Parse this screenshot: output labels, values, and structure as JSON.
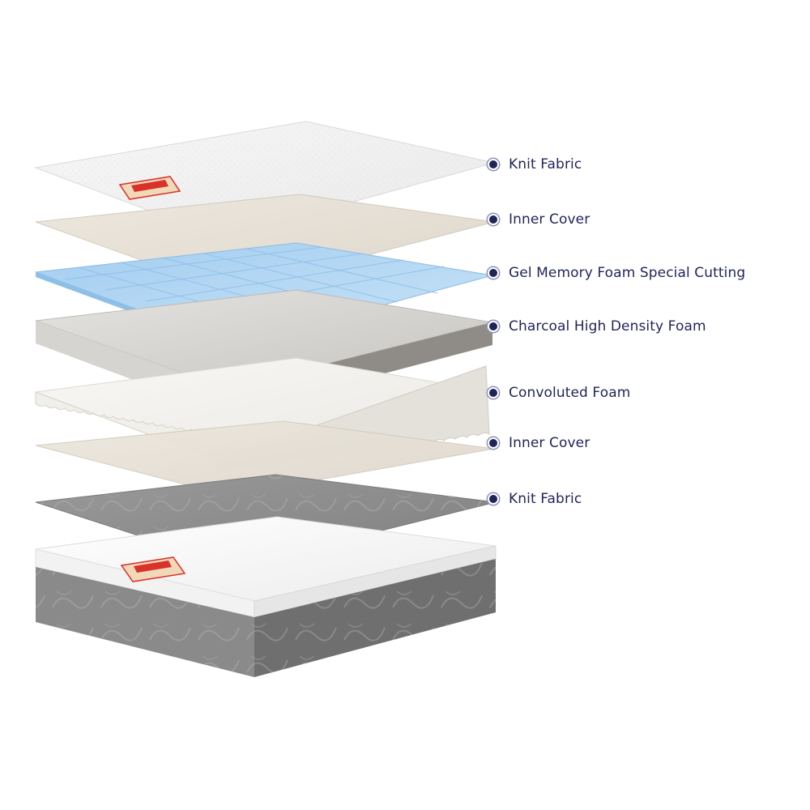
{
  "layers": [
    {
      "label": "Knit Fabric"
    },
    {
      "label": "Inner Cover"
    },
    {
      "label": "Gel Memory Foam Special Cutting"
    },
    {
      "label": "Charcoal High Density Foam"
    },
    {
      "label": "Convoluted Foam"
    },
    {
      "label": "Inner Cover"
    },
    {
      "label": "Knit Fabric"
    }
  ],
  "colors": {
    "label_text": "#1f2459",
    "knit_fabric_top": "#f4f4f4",
    "inner_cover": "#e6e0d6",
    "gel_foam": "#a9d3f2",
    "charcoal_foam": "#b8b6b3",
    "convoluted_foam": "#f3f2ee",
    "knit_fabric_bottom": "#8d8d8d",
    "brand_tag": "#d8322a"
  }
}
